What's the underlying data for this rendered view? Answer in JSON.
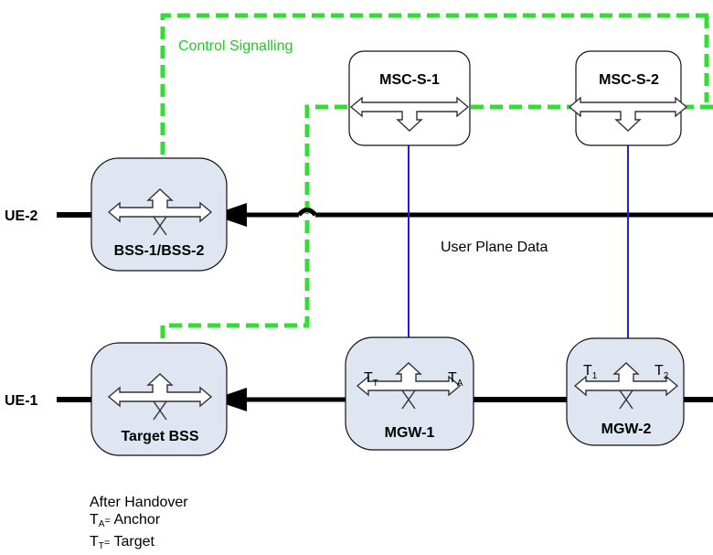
{
  "labels": {
    "control_signalling": "Control Signalling",
    "user_plane_data": "User Plane Data"
  },
  "nodes": {
    "msc1": "MSC-S-1",
    "msc2": "MSC-S-2",
    "bss12": "BSS-1/BSS-2",
    "target_bss": "Target BSS",
    "mgw1": "MGW-1",
    "mgw2": "MGW-2"
  },
  "ue": {
    "ue2": "UE-2",
    "ue1": "UE-1"
  },
  "terminations": {
    "mgw1_left": {
      "main": "T",
      "sub": "T"
    },
    "mgw1_right": {
      "main": "T",
      "sub": "A"
    },
    "mgw2_left": {
      "main": "T",
      "sub": "1"
    },
    "mgw2_right": {
      "main": "T",
      "sub": "2"
    }
  },
  "legend": {
    "heading": "After Handover",
    "anchor": {
      "main": "T",
      "sub": "A",
      "eq": "=",
      "text": "Anchor"
    },
    "target": {
      "main": "T",
      "sub": "T",
      "eq": "=",
      "text": "Target"
    }
  },
  "colors": {
    "control_signalling": "#33dd33",
    "node_fill": "#dfe6f1",
    "link_blue": "#2222cc"
  }
}
